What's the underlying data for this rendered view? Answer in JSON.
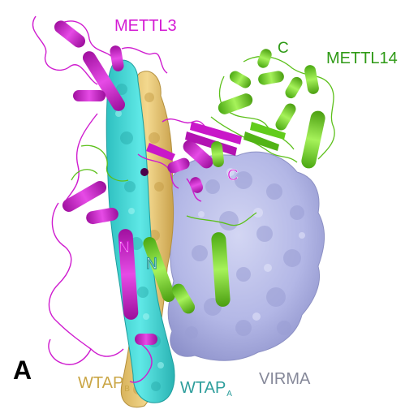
{
  "panel_letter": "A",
  "labels": {
    "mettl3": "METTL3",
    "mettl14": "METTL14",
    "virma": "VIRMA",
    "wtap_b_main": "WTAP",
    "wtap_b_sub": "B",
    "wtap_a_main": "WTAP",
    "wtap_a_sub": "A",
    "mettl14_c_term": "C",
    "mettl3_c_term": "C",
    "mettl3_n_term": "N",
    "wtap_n_term": "N"
  },
  "colors": {
    "mettl3": "#d41bd4",
    "mettl14": "#77e31a",
    "mettl14_label": "#2f9a16",
    "virma": "#b3b7e6",
    "virma_label": "#858899",
    "wtap_a": "#3fd6d6",
    "wtap_a_label": "#2e9e9c",
    "wtap_b": "#e9cb78",
    "wtap_b_label": "#caa646",
    "panel_letter": "#000000"
  }
}
